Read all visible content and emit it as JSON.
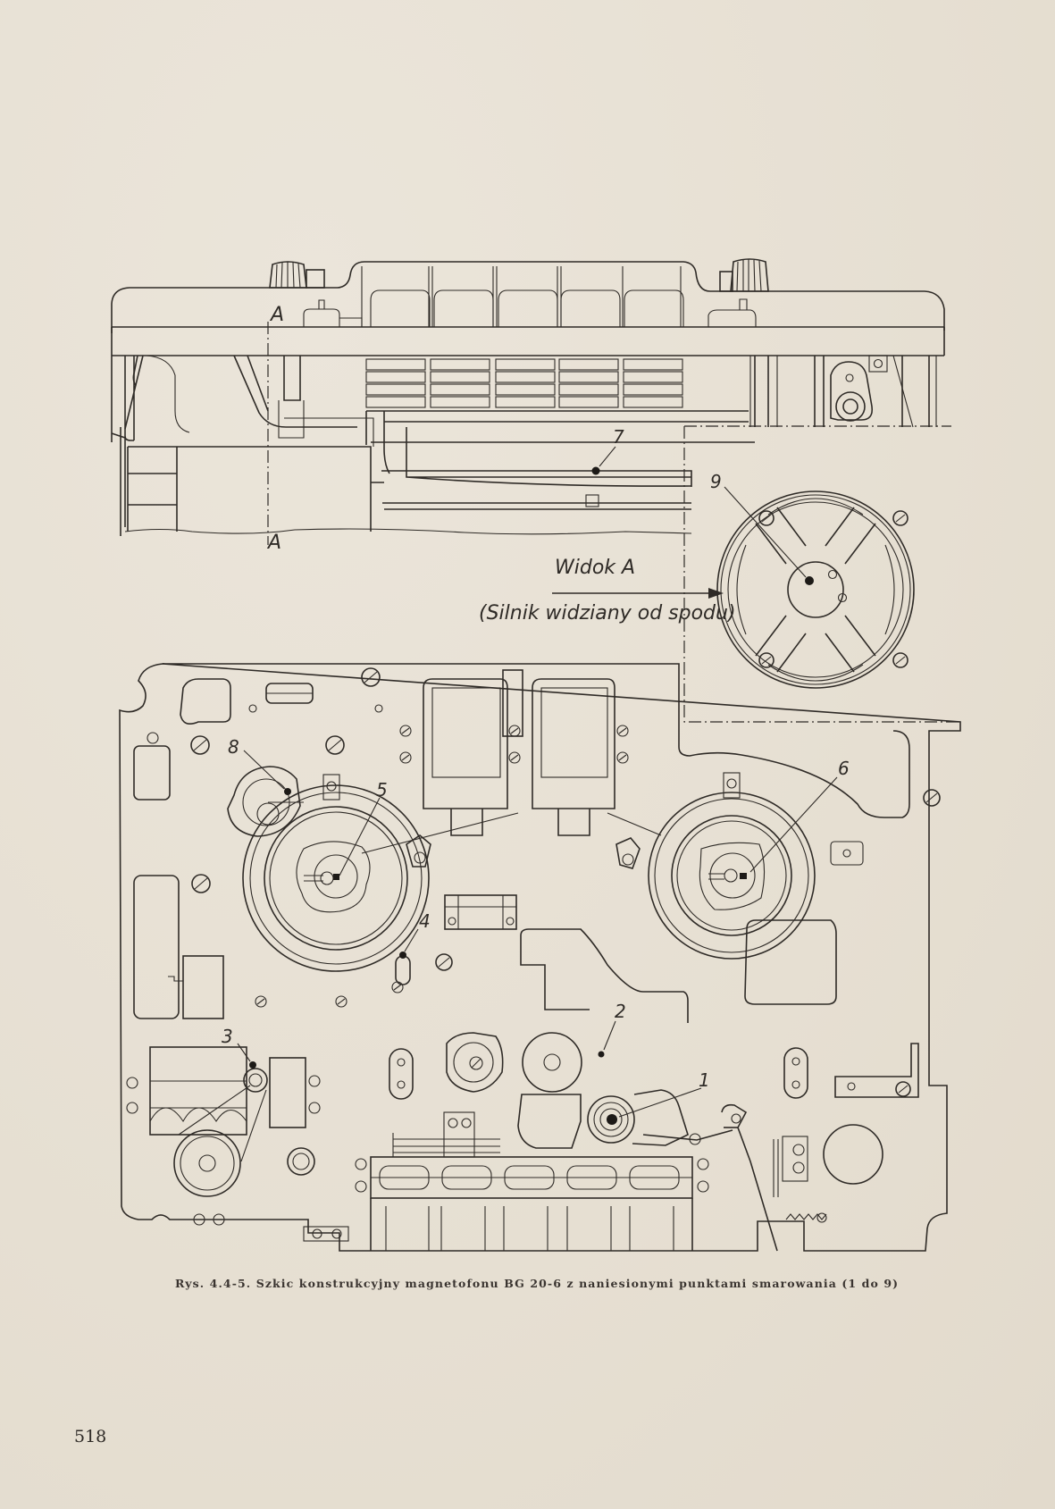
{
  "figure": {
    "caption": "Rys. 4.4-5. Szkic konstrukcyjny magnetofonu BG 20-6 z naniesionymi punktami smarowania (1 do 9)",
    "view_label": "Widok A",
    "view_note": "(Silnik widziany od spodu)",
    "section_marks": [
      "A",
      "A"
    ],
    "lubrication_points": [
      "1",
      "2",
      "3",
      "4",
      "5",
      "6",
      "7",
      "8",
      "9"
    ]
  },
  "page": {
    "number": "518"
  },
  "colors": {
    "paper": "#e8e1d5",
    "ink": "#2f2b27"
  }
}
